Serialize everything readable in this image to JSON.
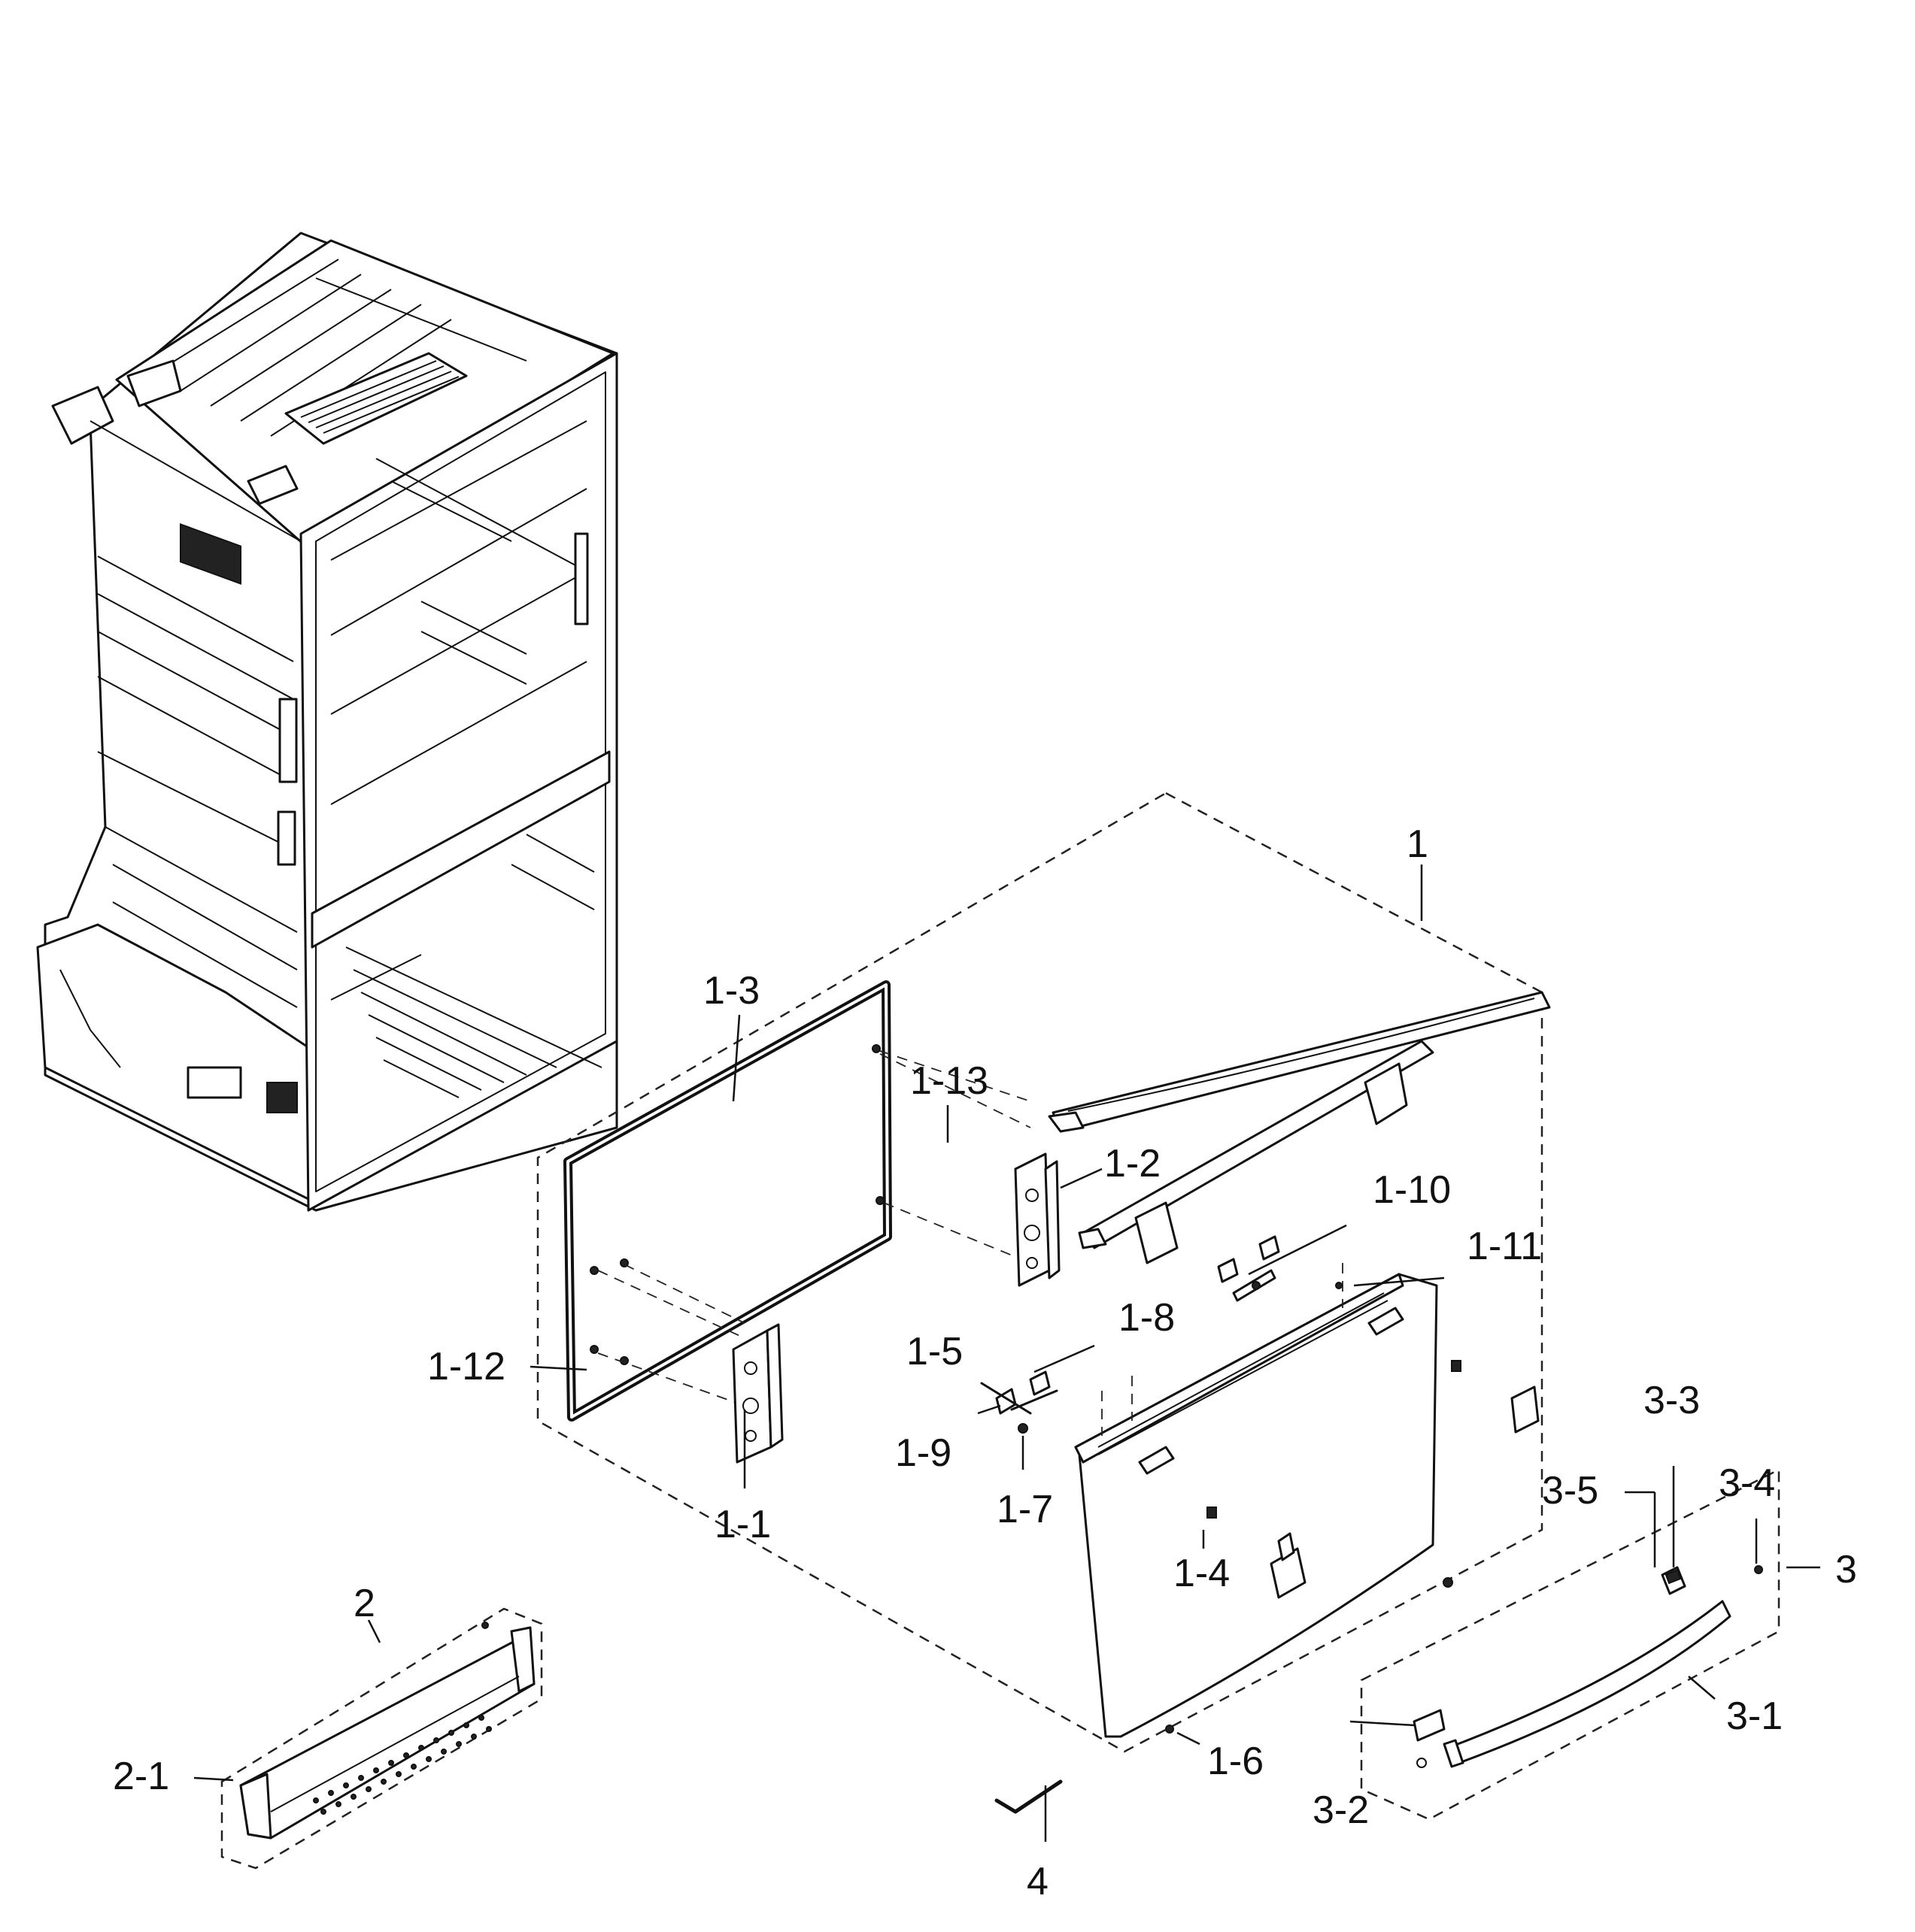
{
  "callouts": {
    "p1": "1",
    "p1_1": "1-1",
    "p1_2": "1-2",
    "p1_3": "1-3",
    "p1_4": "1-4",
    "p1_5": "1-5",
    "p1_6": "1-6",
    "p1_7": "1-7",
    "p1_8": "1-8",
    "p1_9": "1-9",
    "p1_10": "1-10",
    "p1_11": "1-11",
    "p1_12": "1-12",
    "p1_13": "1-13",
    "p2": "2",
    "p2_1": "2-1",
    "p3": "3",
    "p3_1": "3-1",
    "p3_2": "3-2",
    "p3_3": "3-3",
    "p3_4": "3-4",
    "p3_5": "3-5",
    "p4": "4"
  },
  "icons": {
    "cabinet": "refrigerator-cabinet-illustration",
    "door": "freezer-drawer-door-illustration",
    "gasket": "door-gasket-illustration",
    "handle": "door-handle-illustration",
    "rail": "drawer-rail-illustration",
    "guide": "drawer-guide-illustration",
    "bin": "drawer-bin-illustration"
  }
}
